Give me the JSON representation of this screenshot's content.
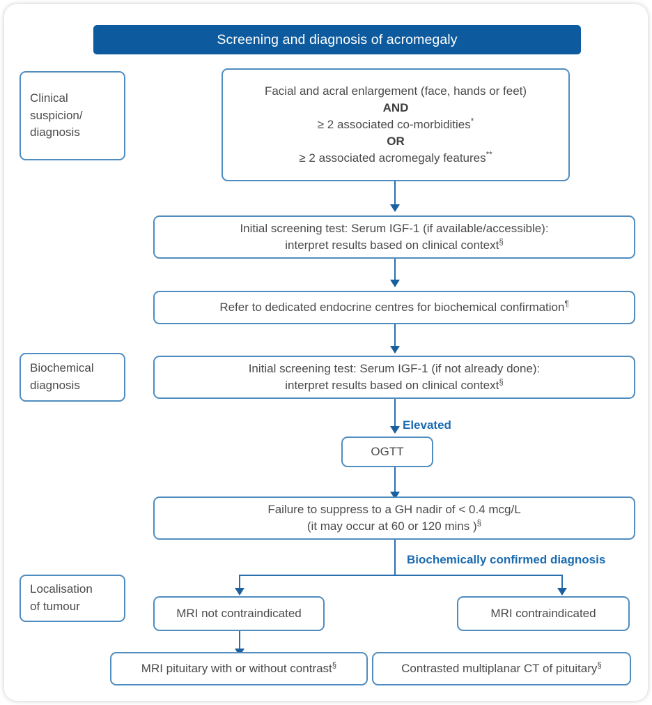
{
  "diagram": {
    "title": "Screening and diagnosis of acromegaly",
    "colors": {
      "banner_bg": "#0d5b9e",
      "banner_text": "#ffffff",
      "box_border": "#4f8cc0",
      "box_text": "#4a4a4a",
      "connector": "#2a6fad",
      "arrowhead": "#1c5f9e",
      "edge_label": "#1a6bb0",
      "card_bg": "#ffffff"
    },
    "stages": [
      {
        "id": "clinical-suspicion",
        "lines": [
          "Clinical",
          "suspicion/",
          "diagnosis"
        ]
      },
      {
        "id": "biochemical-diagnosis",
        "lines": [
          "Biochemical",
          "diagnosis"
        ]
      },
      {
        "id": "localisation-of-tumour",
        "lines": [
          "Localisation",
          "of tumour"
        ]
      }
    ],
    "nodes": {
      "clinical_criteria": {
        "line1": "Facial and acral enlargement (face, hands or feet)",
        "line2": "AND",
        "line3": "≥ 2 associated co-morbidities",
        "line3_footnote": "*",
        "line4": "OR",
        "line5": "≥ 2 associated acromegaly features",
        "line5_footnote": "**"
      },
      "initial_screening_1": {
        "line1": "Initial screening test: Serum IGF-1 (if available/accessible):",
        "line2": "interpret results based on clinical context",
        "line2_footnote": "§"
      },
      "refer_endocrine": {
        "line1": "Refer to dedicated endocrine centres for biochemical confirmation",
        "line1_footnote": "¶"
      },
      "initial_screening_2": {
        "line1": "Initial screening test: Serum IGF-1 (if not already done):",
        "line2": "interpret results based on clinical context",
        "line2_footnote": "§"
      },
      "ogtt": {
        "line1": "OGTT"
      },
      "gh_nadir": {
        "line1": "Failure to suppress to a GH nadir of < 0.4 mcg/L",
        "line2": "(it may occur at 60 or 120 mins )",
        "line2_footnote": "§"
      },
      "mri_not_contraindicated": {
        "line1": "MRI not contraindicated"
      },
      "mri_contraindicated": {
        "line1": "MRI contraindicated"
      },
      "mri_pituitary": {
        "line1": "MRI pituitary with or without contrast",
        "line1_footnote": "§"
      },
      "ct_pituitary": {
        "line1": "Contrasted multiplanar CT of pituitary",
        "line1_footnote": "§"
      }
    },
    "edge_labels": {
      "elevated": "Elevated",
      "biochemically_confirmed": "Biochemically confirmed diagnosis"
    }
  }
}
